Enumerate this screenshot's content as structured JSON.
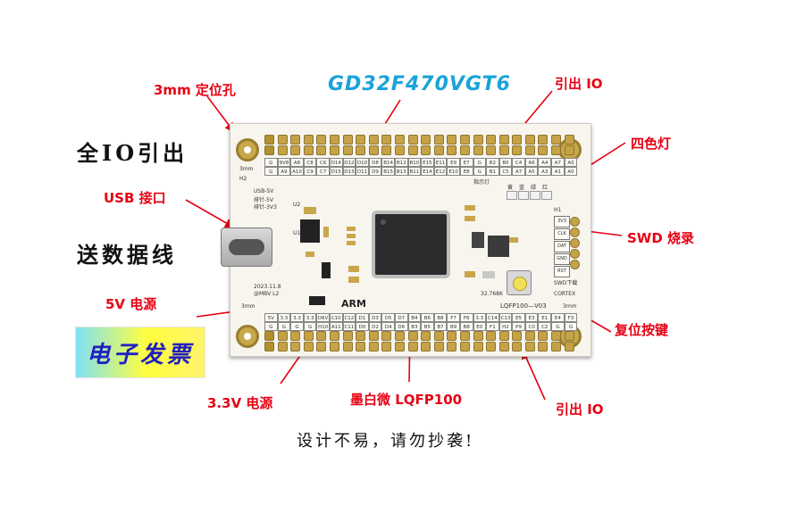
{
  "chip_title": "GD32F470VGT6",
  "left_labels": {
    "full_io": "全IO引出",
    "data_line": "送数据线"
  },
  "logo_text": "电子发票",
  "callouts": {
    "mount_hole": "3mm 定位孔",
    "io_top": "引出 IO",
    "four_led": "四色灯",
    "usb": "USB 接口",
    "swd": "SWD 烧录",
    "power_5v": "5V 电源",
    "reset": "复位按键",
    "power_33v": "3.3V 电源",
    "mcu": "墨白微 LQFP100",
    "io_bottom": "引出 IO"
  },
  "footer": "设计不易，请勿抄袭!",
  "board": {
    "hole_label": "3mm",
    "header_top": "H2",
    "top_row_labels": [
      "G",
      "9V8",
      "A8",
      "C8",
      "C6",
      "D14",
      "D12",
      "D10",
      "D8",
      "B14",
      "B12",
      "B10",
      "E15",
      "E11",
      "E9",
      "E7",
      "G",
      "B2",
      "B0",
      "C4",
      "A6",
      "A4",
      "A7",
      "A0"
    ],
    "top_row2_labels": [
      "G",
      "A9",
      "A10",
      "C9",
      "C7",
      "D15",
      "D13",
      "D11",
      "D9",
      "B15",
      "B13",
      "B11",
      "E14",
      "E12",
      "E10",
      "E8",
      "G",
      "B1",
      "C5",
      "A7",
      "A5",
      "A3",
      "A1",
      "A0"
    ],
    "bottom_row_labels": [
      "5V",
      "3.3",
      "3.3",
      "3.3",
      "D6V",
      "C10",
      "C12",
      "D1",
      "D3",
      "D5",
      "D7",
      "B4",
      "B6",
      "B8",
      "F7",
      "F6",
      "3.3",
      "C14",
      "C13",
      "E5",
      "E3",
      "E1",
      "E4",
      "F3"
    ],
    "bottom_row2_labels": [
      "G",
      "G",
      "G",
      "G",
      "H10",
      "A11",
      "C11",
      "D0",
      "D2",
      "D4",
      "D6",
      "B3",
      "B5",
      "B7",
      "B9",
      "B8",
      "E0",
      "F1",
      "H2",
      "P9",
      "C0",
      "C2",
      "G",
      "G"
    ],
    "silk_usb": [
      "USB-5V",
      "排针-5V",
      "排针-3V3"
    ],
    "silk_date": [
      "2023.11.8",
      "@MBV L2"
    ],
    "arm": "ARM",
    "version": "LQFP100—V03",
    "swd_pins": [
      "3V3",
      "CLK",
      "DAT",
      "GND",
      "RST"
    ],
    "swd_caption": "SWD下载",
    "cortex": "CORTEX",
    "led_caption": "指示灯",
    "led_colors": [
      "黄",
      "蓝",
      "绿",
      "红"
    ],
    "xtal": "32.768K",
    "u1": "U1",
    "u2": "U2"
  }
}
